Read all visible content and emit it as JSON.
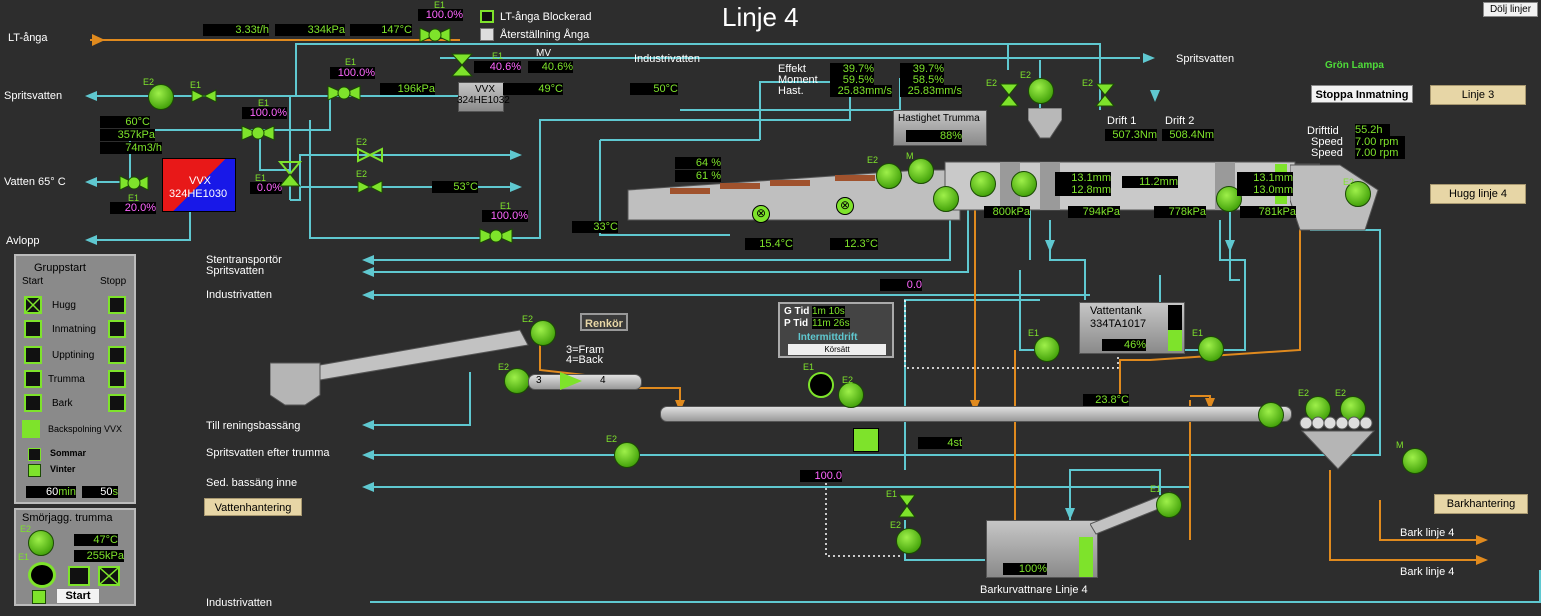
{
  "title": "Linje 4",
  "hide_lines_btn": "Dölj linjer",
  "legend": {
    "blocked": "LT-ånga Blockerad",
    "reset": "Återställning Ånga"
  },
  "left_labels": {
    "lt_anga": "LT-ånga",
    "spritsvatten": "Spritsvatten",
    "vatten65": "Vatten 65° C",
    "avlopp": "Avlopp"
  },
  "top_values": {
    "lt_flow": "3.33",
    "lt_flow_unit": "t/h",
    "lt_press": "334",
    "lt_press_unit": "kPa",
    "lt_temp": "147",
    "lt_temp_unit": "°C",
    "steam_valve": "100.0%",
    "e1_valve": "40.6%",
    "mv_label": "MV",
    "mv_value": "40.6%",
    "hx_press": "196",
    "hx_press_unit": "kPa",
    "hx_temp": "49",
    "hx_temp_unit": "°C",
    "temp50": "50",
    "temp50_unit": "°C",
    "sprits_valve": "100.0%",
    "v65_temp": "60",
    "v65_temp_unit": "°C",
    "v65_press": "357",
    "v65_press_unit": "kPa",
    "v65_flow": "74",
    "v65_flow_unit": "m3/h",
    "v65_valve": "100.0%",
    "vvx_valve": "0.0%",
    "vvx_e1": "20.0%",
    "temp53": "53",
    "temp53_unit": "°C",
    "bottom_valve": "100.0%"
  },
  "vvx1": {
    "name": "VVX",
    "id": "324HE1032"
  },
  "vvx2": {
    "name": "VVX",
    "id": "324HE1030"
  },
  "industrivatten_top": "Industrivatten",
  "spritsvatten_right": "Spritsvatten",
  "gron_lampa": "Grön Lampa",
  "stoppa_btn": "Stoppa Inmatning",
  "linje3_btn": "Linje 3",
  "hugg_btn": "Hugg linje 4",
  "bark_btn": "Barkhantering",
  "vatten_btn": "Vattenhantering",
  "drum_stats": {
    "effekt": "Effekt",
    "moment": "Moment",
    "hast": "Hast.",
    "effekt1": "39.7",
    "moment1": "59.5",
    "hast1": "25.83",
    "effekt2": "39.7",
    "moment2": "58.5",
    "hast2": "25.83",
    "pct": "%",
    "speed_unit": "mm/s"
  },
  "drift": {
    "drift1": "Drift 1",
    "drift2": "Drift 2",
    "d1val": "507.3",
    "d2val": "508.4",
    "unit": "Nm"
  },
  "drifttid": {
    "label1": "Drifttid",
    "label2": "Speed",
    "label3": "Speed",
    "val1": "55.2",
    "unit1": "h",
    "val2": "7.00",
    "unit2": "rpm",
    "val3": "7.00",
    "unit3": "rpm"
  },
  "hastighet": {
    "title": "Hastighet Trumma",
    "value": "88",
    "unit": "%"
  },
  "drum_left": {
    "pct64": "64",
    "pct61": "61",
    "unit": "%",
    "t33": "33",
    "t_unit": "°C",
    "t154": "15.4",
    "t123": "12.3"
  },
  "drum_mm": {
    "a": "13.1",
    "b": "12.8",
    "c": "11.2",
    "d": "13.1",
    "e": "13.0",
    "unit": "mm"
  },
  "drum_kpa": {
    "a": "800",
    "b": "794",
    "c": "778",
    "d": "781",
    "unit": "kPa"
  },
  "mid_labels": {
    "stentransport": "Stentransportör",
    "spritsvatten2": "Spritsvatten",
    "industrivatten2": "Industrivatten",
    "till_rening": "Till reningsbassäng",
    "sprits_efter": "Spritsvatten efter trumma",
    "sed_bassang": "Sed. bassäng inne",
    "industrivatten3": "Industrivatten"
  },
  "val_0": "0.0",
  "val_100": "100.0",
  "vattentank": {
    "name": "Vattentank",
    "id": "334TA1017",
    "level": "46",
    "unit": "%"
  },
  "renkor": "Renkör",
  "fram_back": {
    "line1": "3=Fram",
    "line2": "4=Back",
    "n3": "3",
    "n4": "4"
  },
  "timer": {
    "g": "G Tid",
    "gval": "1m 10s",
    "p": "P Tid",
    "pval": "11m 26s",
    "mode": "Intermittdrift",
    "btn": "Körsätt"
  },
  "conv_temp": "23.8",
  "conv_temp_unit": "°C",
  "count4": "4",
  "count_unit": "st",
  "barkurvattnare": {
    "name": "Barkurvattnare Linje 4",
    "level": "100",
    "unit": "%"
  },
  "bark_out": {
    "a": "Bark linje 4",
    "b": "Bark linje 4"
  },
  "gruppstart": {
    "title": "Gruppstart",
    "start": "Start",
    "stopp": "Stopp",
    "rows": [
      {
        "label": "Hugg"
      },
      {
        "label": "Inmatning"
      },
      {
        "label": "Upptining"
      },
      {
        "label": "Trumma"
      },
      {
        "label": "Bark"
      },
      {
        "label": "Backspolning VVX"
      }
    ],
    "sommar": "Sommar",
    "vinter": "Vinter",
    "min_val": "60",
    "min_unit": "min",
    "s_val": "50",
    "s_unit": "s"
  },
  "smorj": {
    "title": "Smörjagg. trumma",
    "t": "47",
    "t_unit": "°C",
    "p": "255",
    "p_unit": "kPa",
    "start": "Start"
  },
  "colors": {
    "bg": "#2d2d2d",
    "water": "#5fc8d0",
    "steam": "#e08a1e",
    "green": "#7ee32b",
    "pink": "#ff66ff"
  }
}
